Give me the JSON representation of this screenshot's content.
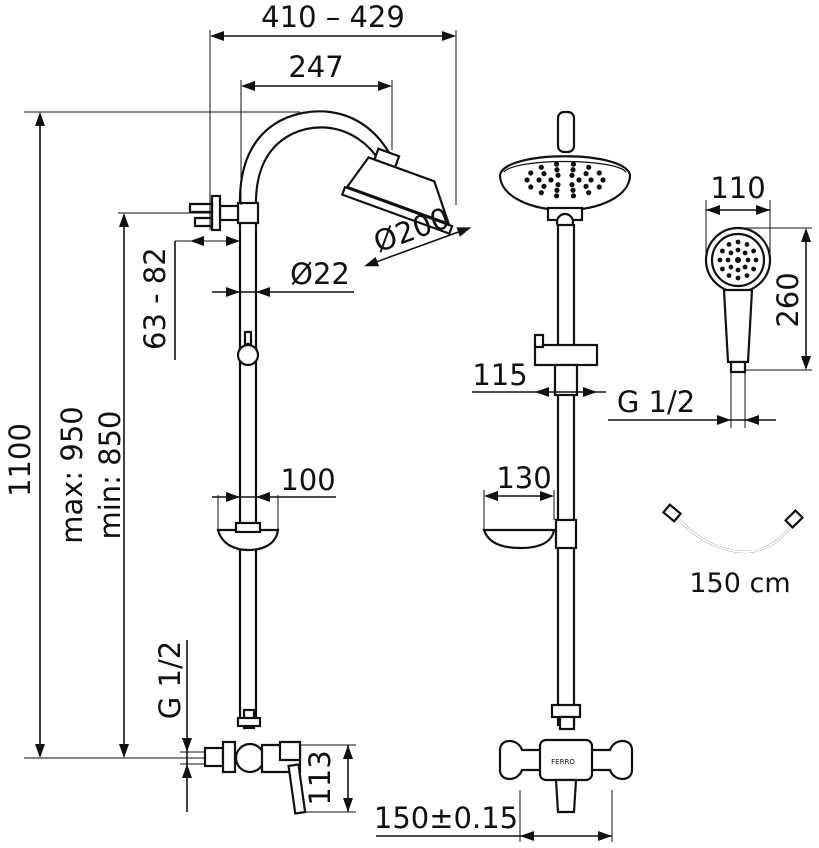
{
  "drawing": {
    "dimensions": {
      "total_width": "410 – 429",
      "arm_reach": "247",
      "head_diameter": "Ø200",
      "wall_offset": "63 - 82",
      "pipe_diameter": "Ø22",
      "total_height": "1100",
      "height_range_max": "max: 950",
      "height_range_min": "min: 850",
      "shelf_depth_side": "100",
      "bracket_depth": "115",
      "shelf_width_front": "130",
      "inlet_thread_left": "G 1/2",
      "mixer_height": "113",
      "inlet_spacing": "150±0.15",
      "hand_shower_width": "110",
      "hand_shower_length": "260",
      "hand_shower_thread": "G 1/2",
      "hose_length": "150 cm"
    },
    "brand_mark": "FERRO"
  }
}
